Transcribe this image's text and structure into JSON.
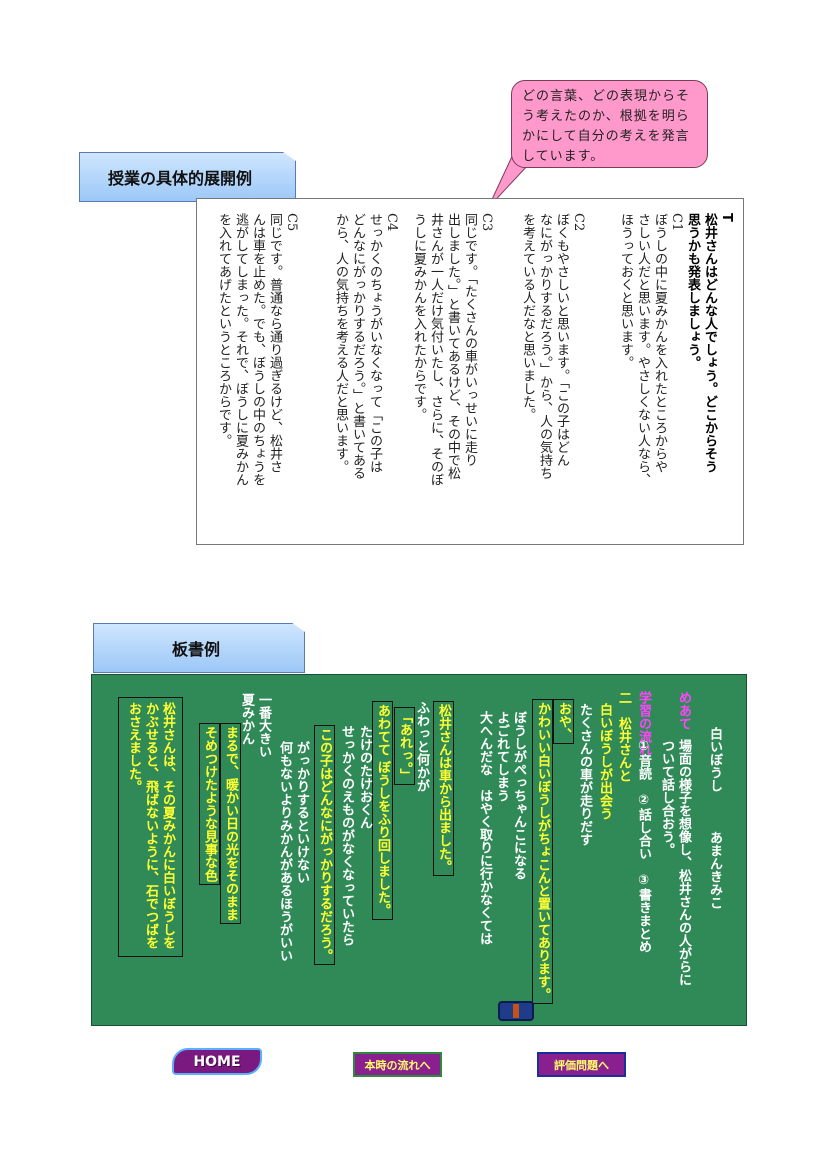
{
  "section1": {
    "title": "授業の具体的展開例"
  },
  "bubble": {
    "text": "どの言葉、どの表現からそう考えたのか、根拠を明らかにして自分の考えを発言しています。"
  },
  "dialogue": {
    "teacher": "T\n松井さんはどんな人でしょう。どこからそう\n思うかも発表しましょう。",
    "c1": "C1\nぼうしの中に夏みかんを入れたところからや\nさしい人だと思います。やさしくない人なら、\nほうっておくと思います。",
    "c2": "C2\nぼくもやさしいと思います。「この子はどん\nなにがっかりするだろう。」から、人の気持ち\nを考えている人だなと思いました。",
    "c3": "C3\n同じです。「たくさんの車がいっせいに走り\n出しました。」と書いてあるけど、その中で松\n井さんが一人だけ気付いたし、さらに、そのぼ\nうしに夏みかんを入れたからです。",
    "c4": "C4\nせっかくのちょうがいなくなって「この子は\nどんなにがっかりするだろう。」と書いてある\nから、人の気持ちを考える人だと思います。",
    "c5": "C5\n同じです。普通なら通り過ぎるけど、松井さ\nんは車を止めた。でも、ぼうしの中のちょうを\n逃がしてしまった。それで、ぼうしに夏みかん\nを入れてあげたというところからです。"
  },
  "section2": {
    "title": "板書例"
  },
  "board": {
    "title": "白いぼうし　　　あまんきみこ",
    "goal_label": "めあて",
    "goal": "場面の様子を想像し、松井さんの人がらに\nついて話し合おう。",
    "flow_label": "学習の流れ",
    "flow": "①音読　②話し合い　③書きまとめ",
    "section": "二　松井さんと",
    "s1": "白いぼうしが出会う",
    "s2": "たくさんの車が走りだす",
    "q1": "おや、",
    "q2": "かわいい白いぼうしがちょこんと置いてあります。",
    "s3": "ぼうしがぺっちゃんこになる\nよごれてしまう\n大へんだな　はやく取りに行かなくては",
    "q3": "松井さんは車から出ました。",
    "s4": "ふわっと何かが",
    "q4": "「あれっ。」",
    "q5": "あわてて ぼうしをふり回しました。",
    "s5": "たけのたけおくん",
    "s6": "せっかくのえものがなくなっていたら",
    "q6": "この子はどんなにがっかりするだろう。",
    "s7": "がっかりするといけない\n何もないよりみかんがあるほうがいい",
    "s8": "一番大きい\n夏みかん",
    "q7": "まるで、暖かい日の光をそのまま",
    "q8": "そめつけたような見事な色",
    "summary": "松井さんは、その夏みかんに白いぼうしを\nかぶせると、飛ばないように、石でつばを\nおさえました。"
  },
  "nav": {
    "home": "HOME",
    "flow": "本時の流れへ",
    "eval": "評価問題へ"
  }
}
